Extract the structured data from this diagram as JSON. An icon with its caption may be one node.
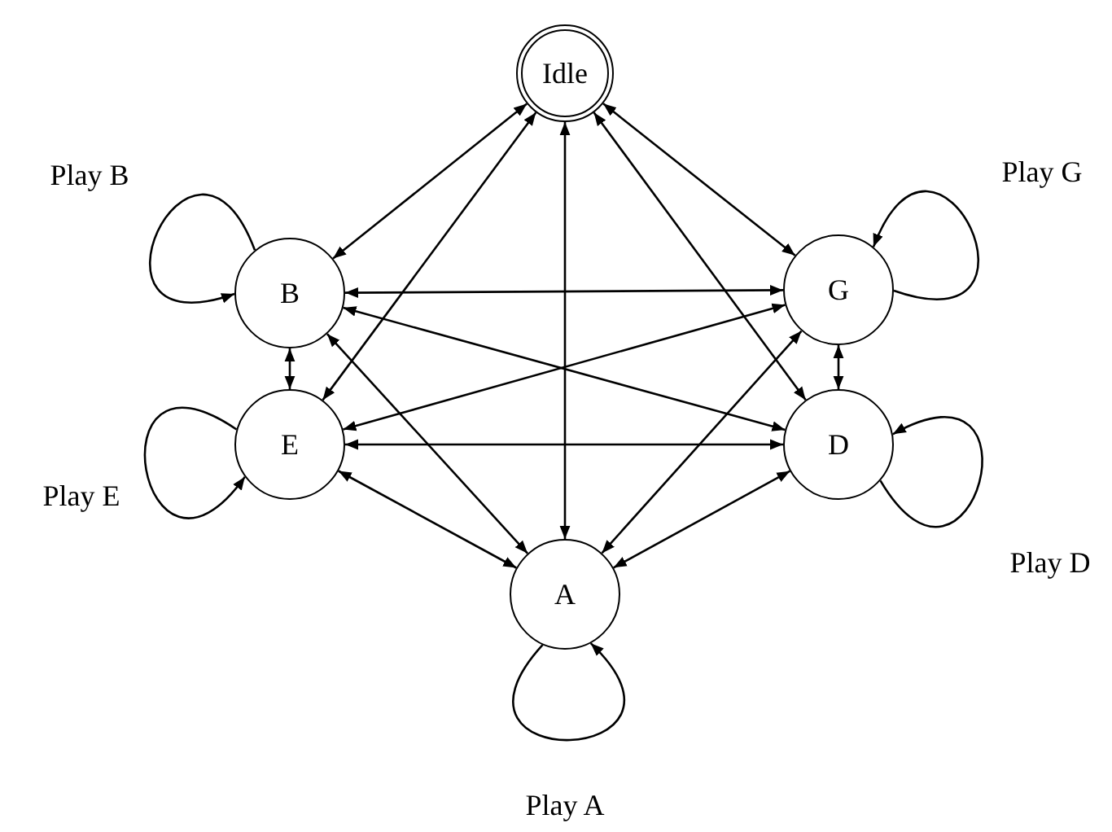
{
  "diagram": {
    "nodes": [
      {
        "text": [
          "Idle"
        ]
      },
      {
        "text": [
          "B"
        ]
      },
      {
        "text": [
          "G"
        ]
      },
      {
        "text": [
          "E"
        ]
      },
      {
        "text": [
          "D"
        ]
      },
      {
        "text": [
          "A"
        ]
      }
    ],
    "edges": [
      {
        "from": 0,
        "to": 1,
        "arrow": "both"
      },
      {
        "from": 0,
        "to": 2,
        "arrow": "both"
      },
      {
        "from": 0,
        "to": 3,
        "arrow": "both"
      },
      {
        "from": 0,
        "to": 4,
        "arrow": "both"
      },
      {
        "from": 0,
        "to": 5,
        "arrow": "both"
      },
      {
        "from": 1,
        "to": 2,
        "arrow": "both"
      },
      {
        "from": 1,
        "to": 3,
        "arrow": "both"
      },
      {
        "from": 1,
        "to": 4,
        "arrow": "both"
      },
      {
        "from": 1,
        "to": 5,
        "arrow": "both"
      },
      {
        "from": 2,
        "to": 3,
        "arrow": "both"
      },
      {
        "from": 2,
        "to": 4,
        "arrow": "both"
      },
      {
        "from": 2,
        "to": 5,
        "arrow": "both"
      },
      {
        "from": 3,
        "to": 4,
        "arrow": "both"
      },
      {
        "from": 3,
        "to": 5,
        "arrow": "both"
      },
      {
        "from": 4,
        "to": 5,
        "arrow": "both"
      },
      {
        "from": 1,
        "to": 1,
        "label": "Play B",
        "arrow": "to"
      },
      {
        "from": 2,
        "to": 2,
        "label": "Play G",
        "arrow": "to"
      },
      {
        "from": 3,
        "to": 3,
        "label": "Play E",
        "arrow": "to"
      },
      {
        "from": 4,
        "to": 4,
        "label": "Play D",
        "arrow": "to"
      },
      {
        "from": 5,
        "to": 5,
        "label": "Play A",
        "arrow": "to"
      }
    ]
  }
}
